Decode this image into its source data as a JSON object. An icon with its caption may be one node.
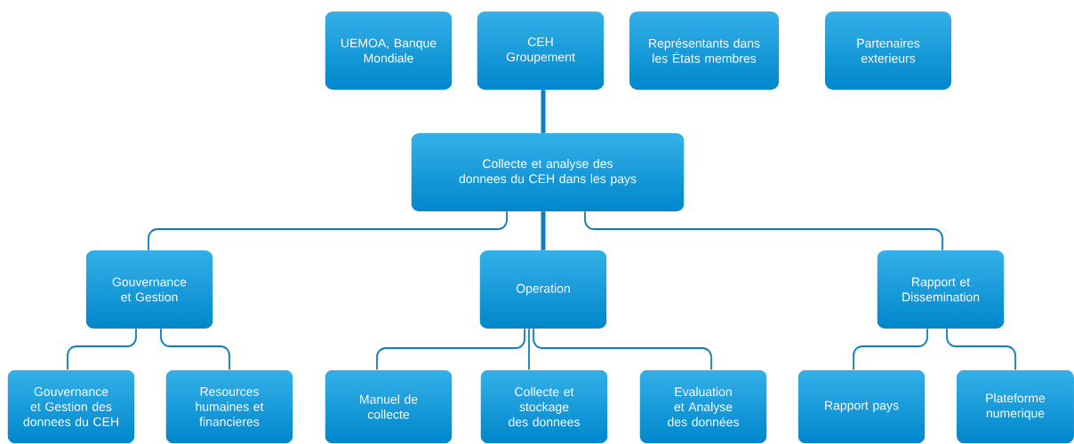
{
  "diagram": {
    "nodes": [
      {
        "text": [
          "UEMOA, Banque Mondiale"
        ]
      },
      {
        "text": [
          "CEH Groupement"
        ]
      },
      {
        "text": [
          "Représentants dans les États membres"
        ]
      },
      {
        "text": [
          "Partenaires exterieurs"
        ]
      },
      {
        "text": [
          "Collecte et analyse des donnees du CEH dans les pays"
        ]
      },
      {
        "text": [
          "Gouvernance et Gestion"
        ]
      },
      {
        "text": [
          "Operation"
        ]
      },
      {
        "text": [
          "Rapport et Dissemination"
        ]
      },
      {
        "text": [
          "Gouvernance et Gestion des donnees du CEH"
        ]
      },
      {
        "text": [
          "Resources humaines et financieres"
        ]
      },
      {
        "text": [
          "Manuel de collecte"
        ]
      },
      {
        "text": [
          "Collecte et stockage des donnees"
        ]
      },
      {
        "text": [
          "Evaluation et Analyse des données"
        ]
      },
      {
        "text": [
          "Rapport pays"
        ]
      },
      {
        "text": [
          "Plateforme numerique"
        ]
      }
    ],
    "edges": [
      {
        "from": 1,
        "to": 4,
        "arrow": "none",
        "style": "thick"
      },
      {
        "from": 4,
        "to": 5,
        "arrow": "none"
      },
      {
        "from": 4,
        "to": 6,
        "arrow": "none",
        "style": "thick"
      },
      {
        "from": 4,
        "to": 7,
        "arrow": "none"
      },
      {
        "from": 5,
        "to": 8,
        "arrow": "none"
      },
      {
        "from": 5,
        "to": 9,
        "arrow": "none"
      },
      {
        "from": 6,
        "to": 10,
        "arrow": "none"
      },
      {
        "from": 6,
        "to": 11,
        "arrow": "none"
      },
      {
        "from": 6,
        "to": 12,
        "arrow": "none"
      },
      {
        "from": 7,
        "to": 13,
        "arrow": "none"
      },
      {
        "from": 7,
        "to": 14,
        "arrow": "none"
      }
    ]
  }
}
